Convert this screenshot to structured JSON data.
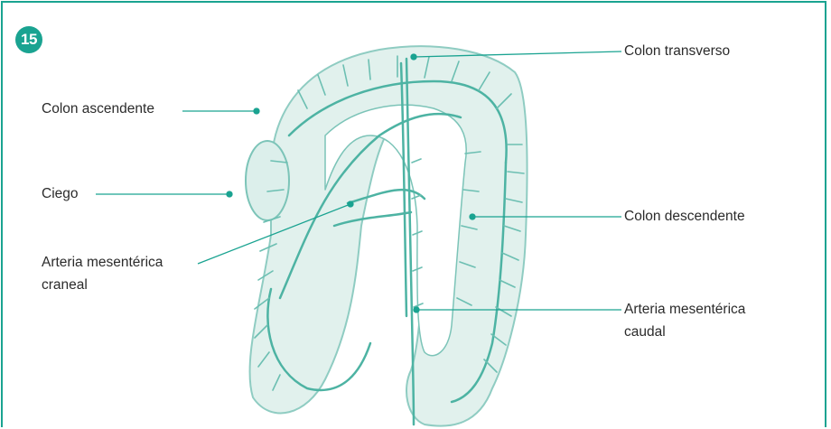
{
  "figure": {
    "number": "15",
    "accent_color": "#1aa391"
  },
  "labels": {
    "colon_transverso": "Colon transverso",
    "colon_ascendente": "Colon ascendente",
    "ciego": "Ciego",
    "colon_descendente": "Colon descendente",
    "arteria_craneal_line1": "Arteria mesentérica",
    "arteria_craneal_line2": "craneal",
    "arteria_caudal_line1": "Arteria mesentérica",
    "arteria_caudal_line2": "caudal"
  }
}
